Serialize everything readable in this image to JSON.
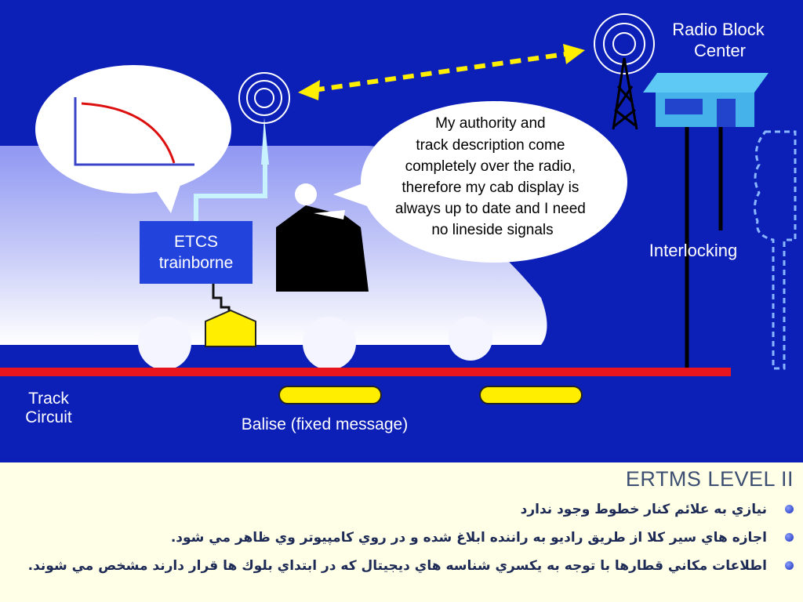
{
  "diagram": {
    "etcs_line1": "ETCS",
    "etcs_line2": "trainborne",
    "rbc_line1": "Radio Block",
    "rbc_line2": "Center",
    "interlocking": "Interlocking",
    "track_line1": "Track",
    "track_line2": "Circuit",
    "balise": "Balise (fixed message)",
    "driver_speech": [
      "My authority and",
      "track description come",
      "completely over the radio,",
      "therefore my cab display is",
      "always up to date and I need",
      "no lineside signals"
    ],
    "colors": {
      "background": "#0c1fb7",
      "rail": "#e8141e",
      "balise": "#ffee00",
      "radio_link": "#ffee00",
      "brake_curve": "#dd1010"
    }
  },
  "panel": {
    "title": "ERTMS LEVEL II",
    "bullets": [
      "نيازي به علائم كنار خطوط وجود ندارد",
      "اجازه هاي سير كلا از طريق راديو به راننده ابلاغ شده و در روي كامپيوتر وي ظاهر مي شود.",
      "اطلاعات مكاني قطارها با توجه به يكسري شناسه هاي ديجيتال كه در ابتداي بلوك ها قرار دارند مشخص مي شوند."
    ]
  }
}
